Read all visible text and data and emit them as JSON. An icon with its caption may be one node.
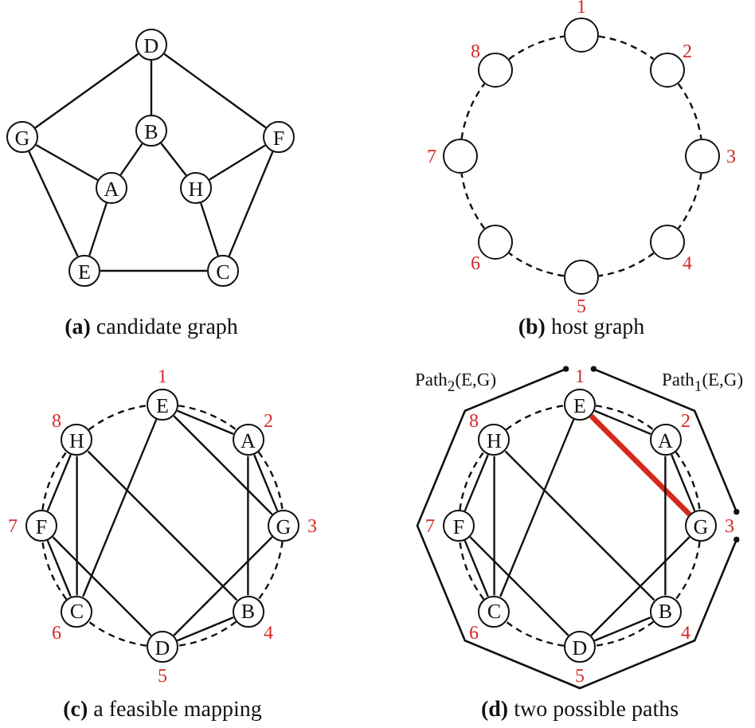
{
  "diagram": {
    "nodes": [
      {
        "text": [
          "D"
        ]
      },
      {
        "text": [
          "G"
        ]
      },
      {
        "text": [
          "B"
        ]
      },
      {
        "text": [
          "F"
        ]
      },
      {
        "text": [
          "A"
        ]
      },
      {
        "text": [
          "H"
        ]
      },
      {
        "text": [
          "E"
        ]
      },
      {
        "text": [
          "C"
        ]
      },
      {
        "text": [],
        "shape": "circle",
        "beside": [
          "1"
        ]
      },
      {
        "text": [],
        "shape": "circle",
        "beside": [
          "2"
        ]
      },
      {
        "text": [],
        "shape": "circle",
        "beside": [
          "3"
        ]
      },
      {
        "text": [],
        "shape": "circle",
        "beside": [
          "4"
        ]
      },
      {
        "text": [],
        "shape": "circle",
        "beside": [
          "5"
        ]
      },
      {
        "text": [],
        "shape": "circle",
        "beside": [
          "6"
        ]
      },
      {
        "text": [],
        "shape": "circle",
        "beside": [
          "7"
        ]
      },
      {
        "text": [],
        "shape": "circle",
        "beside": [
          "8"
        ]
      },
      {
        "text": [
          "E"
        ],
        "beside": [
          "1"
        ]
      },
      {
        "text": [
          "A"
        ],
        "beside": [
          "2"
        ]
      },
      {
        "text": [
          "G"
        ],
        "beside": [
          "3"
        ]
      },
      {
        "text": [
          "B"
        ],
        "beside": [
          "4"
        ]
      },
      {
        "text": [
          "D"
        ],
        "beside": [
          "5"
        ]
      },
      {
        "text": [
          "C"
        ],
        "beside": [
          "6"
        ]
      },
      {
        "text": [
          "F"
        ],
        "beside": [
          "7"
        ]
      },
      {
        "text": [
          "H"
        ],
        "beside": [
          "8"
        ]
      },
      {
        "text": [
          "E"
        ],
        "beside": [
          "1"
        ]
      },
      {
        "text": [
          "A"
        ],
        "beside": [
          "2"
        ]
      },
      {
        "text": [
          "G"
        ],
        "beside": [
          "3"
        ]
      },
      {
        "text": [
          "B"
        ],
        "beside": [
          "4"
        ]
      },
      {
        "text": [
          "D"
        ],
        "beside": [
          "5"
        ]
      },
      {
        "text": [
          "C"
        ],
        "beside": [
          "6"
        ]
      },
      {
        "text": [
          "F"
        ],
        "beside": [
          "7"
        ]
      },
      {
        "text": [
          "H"
        ],
        "beside": [
          "8"
        ]
      }
    ],
    "edges": [
      {
        "from": 0,
        "to": 1,
        "arrow": "none"
      },
      {
        "from": 0,
        "to": 2,
        "arrow": "none"
      },
      {
        "from": 0,
        "to": 3,
        "arrow": "none"
      },
      {
        "from": 1,
        "to": 4,
        "arrow": "none"
      },
      {
        "from": 1,
        "to": 6,
        "arrow": "none"
      },
      {
        "from": 2,
        "to": 4,
        "arrow": "none"
      },
      {
        "from": 2,
        "to": 5,
        "arrow": "none"
      },
      {
        "from": 3,
        "to": 5,
        "arrow": "none"
      },
      {
        "from": 3,
        "to": 7,
        "arrow": "none"
      },
      {
        "from": 4,
        "to": 6,
        "arrow": "none"
      },
      {
        "from": 5,
        "to": 7,
        "arrow": "none"
      },
      {
        "from": 6,
        "to": 7,
        "arrow": "none"
      },
      {
        "from": 8,
        "to": 9,
        "arrow": "none",
        "style": "dashed"
      },
      {
        "from": 9,
        "to": 10,
        "arrow": "none",
        "style": "dashed"
      },
      {
        "from": 10,
        "to": 11,
        "arrow": "none",
        "style": "dashed"
      },
      {
        "from": 11,
        "to": 12,
        "arrow": "none",
        "style": "dashed"
      },
      {
        "from": 12,
        "to": 13,
        "arrow": "none",
        "style": "dashed"
      },
      {
        "from": 13,
        "to": 14,
        "arrow": "none",
        "style": "dashed"
      },
      {
        "from": 14,
        "to": 15,
        "arrow": "none",
        "style": "dashed"
      },
      {
        "from": 15,
        "to": 8,
        "arrow": "none",
        "style": "dashed"
      },
      {
        "from": 16,
        "to": 17,
        "arrow": "none",
        "style": "dashed"
      },
      {
        "from": 17,
        "to": 18,
        "arrow": "none",
        "style": "dashed"
      },
      {
        "from": 18,
        "to": 19,
        "arrow": "none",
        "style": "dashed"
      },
      {
        "from": 19,
        "to": 20,
        "arrow": "none",
        "style": "dashed"
      },
      {
        "from": 20,
        "to": 21,
        "arrow": "none",
        "style": "dashed"
      },
      {
        "from": 21,
        "to": 22,
        "arrow": "none",
        "style": "dashed"
      },
      {
        "from": 22,
        "to": 23,
        "arrow": "none",
        "style": "dashed"
      },
      {
        "from": 23,
        "to": 16,
        "arrow": "none",
        "style": "dashed"
      },
      {
        "from": 20,
        "to": 18,
        "arrow": "none"
      },
      {
        "from": 20,
        "to": 19,
        "arrow": "none"
      },
      {
        "from": 20,
        "to": 22,
        "arrow": "none"
      },
      {
        "from": 18,
        "to": 17,
        "arrow": "none"
      },
      {
        "from": 18,
        "to": 16,
        "arrow": "none"
      },
      {
        "from": 19,
        "to": 17,
        "arrow": "none"
      },
      {
        "from": 19,
        "to": 23,
        "arrow": "none"
      },
      {
        "from": 22,
        "to": 23,
        "arrow": "none"
      },
      {
        "from": 22,
        "to": 21,
        "arrow": "none"
      },
      {
        "from": 17,
        "to": 16,
        "arrow": "none"
      },
      {
        "from": 23,
        "to": 21,
        "arrow": "none"
      },
      {
        "from": 16,
        "to": 21,
        "arrow": "none"
      },
      {
        "from": 24,
        "to": 25,
        "arrow": "none",
        "style": "dashed"
      },
      {
        "from": 25,
        "to": 26,
        "arrow": "none",
        "style": "dashed"
      },
      {
        "from": 26,
        "to": 27,
        "arrow": "none",
        "style": "dashed"
      },
      {
        "from": 27,
        "to": 28,
        "arrow": "none",
        "style": "dashed"
      },
      {
        "from": 28,
        "to": 29,
        "arrow": "none",
        "style": "dashed"
      },
      {
        "from": 29,
        "to": 30,
        "arrow": "none",
        "style": "dashed"
      },
      {
        "from": 30,
        "to": 31,
        "arrow": "none",
        "style": "dashed"
      },
      {
        "from": 31,
        "to": 24,
        "arrow": "none",
        "style": "dashed"
      },
      {
        "from": 28,
        "to": 26,
        "arrow": "none"
      },
      {
        "from": 28,
        "to": 27,
        "arrow": "none"
      },
      {
        "from": 28,
        "to": 30,
        "arrow": "none"
      },
      {
        "from": 26,
        "to": 25,
        "arrow": "none"
      },
      {
        "from": 26,
        "to": 24,
        "arrow": "none",
        "style": "thick",
        "color": "#d62a1e"
      },
      {
        "from": 27,
        "to": 25,
        "arrow": "none"
      },
      {
        "from": 27,
        "to": 31,
        "arrow": "none"
      },
      {
        "from": 30,
        "to": 31,
        "arrow": "none"
      },
      {
        "from": 30,
        "to": 29,
        "arrow": "none"
      },
      {
        "from": 25,
        "to": 24,
        "arrow": "none"
      },
      {
        "from": 31,
        "to": 29,
        "arrow": "none"
      },
      {
        "from": 24,
        "to": 29,
        "arrow": "none"
      }
    ],
    "labels": [
      "**(a)** candidate graph",
      "**(b)** host graph",
      "Path$_{2}$(E,G)",
      "Path$_{1}$(E,G)",
      "**(c)** a feasible mapping",
      "**(d)** two possible paths"
    ]
  }
}
